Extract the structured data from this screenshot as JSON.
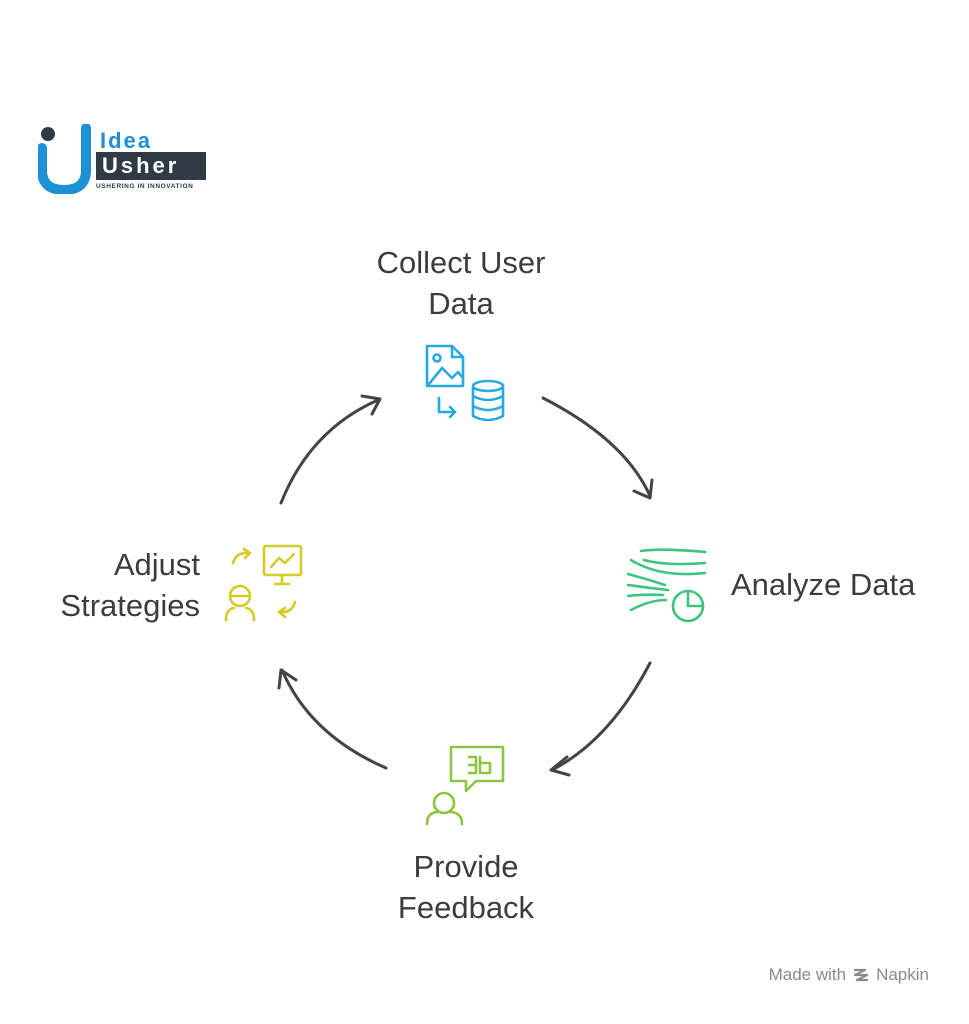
{
  "logo": {
    "word1": "Idea",
    "word2": "Usher",
    "tagline": "USHERING IN INNOVATION",
    "colors": {
      "blue": "#1e90d6",
      "dark": "#2f3a44"
    }
  },
  "cycle": {
    "steps": [
      {
        "id": "collect",
        "label": "Collect User Data",
        "icon": "image-to-database-icon",
        "color": "#29a9df"
      },
      {
        "id": "analyze",
        "label": "Analyze Data",
        "icon": "data-streams-pie-chart-icon",
        "color": "#3ec47f"
      },
      {
        "id": "feedback",
        "label": "Provide Feedback",
        "icon": "user-feedback-bubble-icon",
        "color": "#8cc640"
      },
      {
        "id": "adjust",
        "label": "Adjust Strategies",
        "icon": "strategy-adjust-icon",
        "color": "#d4cc24"
      }
    ],
    "arrow_color": "#444444"
  },
  "footer": {
    "text": "Made with",
    "brand": "Napkin",
    "icon": "napkin-logo-icon"
  }
}
